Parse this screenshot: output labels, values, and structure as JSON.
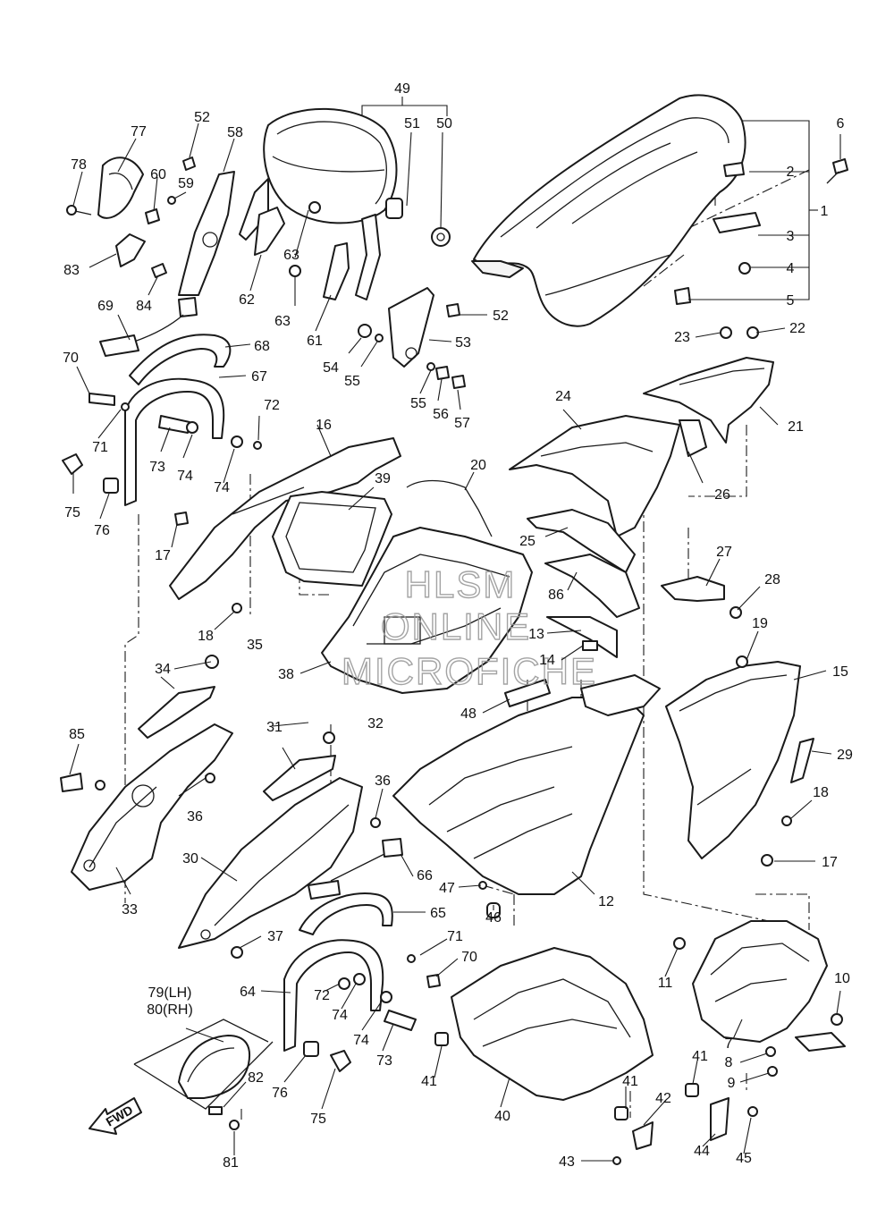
{
  "watermark": {
    "lines": [
      "HLSM",
      "ONLINE",
      "MICROFICHE"
    ]
  },
  "direction_badge": "FWD",
  "callouts": [
    {
      "id": "c1",
      "text": "1"
    },
    {
      "id": "c2",
      "text": "2"
    },
    {
      "id": "c3",
      "text": "3"
    },
    {
      "id": "c4",
      "text": "4"
    },
    {
      "id": "c5",
      "text": "5"
    },
    {
      "id": "c6",
      "text": "6"
    },
    {
      "id": "c7",
      "text": "7"
    },
    {
      "id": "c8",
      "text": "8"
    },
    {
      "id": "c9",
      "text": "9"
    },
    {
      "id": "c10",
      "text": "10"
    },
    {
      "id": "c11",
      "text": "11"
    },
    {
      "id": "c12",
      "text": "12"
    },
    {
      "id": "c13",
      "text": "13"
    },
    {
      "id": "c14",
      "text": "14"
    },
    {
      "id": "c15",
      "text": "15"
    },
    {
      "id": "c16",
      "text": "16"
    },
    {
      "id": "c17a",
      "text": "17"
    },
    {
      "id": "c17b",
      "text": "17"
    },
    {
      "id": "c18a",
      "text": "18"
    },
    {
      "id": "c18b",
      "text": "18"
    },
    {
      "id": "c19",
      "text": "19"
    },
    {
      "id": "c20",
      "text": "20"
    },
    {
      "id": "c21",
      "text": "21"
    },
    {
      "id": "c22",
      "text": "22"
    },
    {
      "id": "c23",
      "text": "23"
    },
    {
      "id": "c24",
      "text": "24"
    },
    {
      "id": "c25",
      "text": "25"
    },
    {
      "id": "c26",
      "text": "26"
    },
    {
      "id": "c27",
      "text": "27"
    },
    {
      "id": "c28",
      "text": "28"
    },
    {
      "id": "c29",
      "text": "29"
    },
    {
      "id": "c30",
      "text": "30"
    },
    {
      "id": "c31",
      "text": "31"
    },
    {
      "id": "c32",
      "text": "32"
    },
    {
      "id": "c33",
      "text": "33"
    },
    {
      "id": "c34",
      "text": "34"
    },
    {
      "id": "c35",
      "text": "35"
    },
    {
      "id": "c36a",
      "text": "36"
    },
    {
      "id": "c36b",
      "text": "36"
    },
    {
      "id": "c37",
      "text": "37"
    },
    {
      "id": "c38",
      "text": "38"
    },
    {
      "id": "c39",
      "text": "39"
    },
    {
      "id": "c40",
      "text": "40"
    },
    {
      "id": "c41a",
      "text": "41"
    },
    {
      "id": "c41b",
      "text": "41"
    },
    {
      "id": "c41c",
      "text": "41"
    },
    {
      "id": "c42",
      "text": "42"
    },
    {
      "id": "c43",
      "text": "43"
    },
    {
      "id": "c44",
      "text": "44"
    },
    {
      "id": "c45",
      "text": "45"
    },
    {
      "id": "c46",
      "text": "46"
    },
    {
      "id": "c47",
      "text": "47"
    },
    {
      "id": "c48",
      "text": "48"
    },
    {
      "id": "c49",
      "text": "49"
    },
    {
      "id": "c50",
      "text": "50"
    },
    {
      "id": "c51",
      "text": "51"
    },
    {
      "id": "c52a",
      "text": "52"
    },
    {
      "id": "c52b",
      "text": "52"
    },
    {
      "id": "c53",
      "text": "53"
    },
    {
      "id": "c54",
      "text": "54"
    },
    {
      "id": "c55a",
      "text": "55"
    },
    {
      "id": "c55b",
      "text": "55"
    },
    {
      "id": "c56",
      "text": "56"
    },
    {
      "id": "c57",
      "text": "57"
    },
    {
      "id": "c58",
      "text": "58"
    },
    {
      "id": "c59",
      "text": "59"
    },
    {
      "id": "c60",
      "text": "60"
    },
    {
      "id": "c61",
      "text": "61"
    },
    {
      "id": "c62",
      "text": "62"
    },
    {
      "id": "c63a",
      "text": "63"
    },
    {
      "id": "c63b",
      "text": "63"
    },
    {
      "id": "c64",
      "text": "64"
    },
    {
      "id": "c65",
      "text": "65"
    },
    {
      "id": "c66",
      "text": "66"
    },
    {
      "id": "c67",
      "text": "67"
    },
    {
      "id": "c68",
      "text": "68"
    },
    {
      "id": "c69",
      "text": "69"
    },
    {
      "id": "c70a",
      "text": "70"
    },
    {
      "id": "c70b",
      "text": "70"
    },
    {
      "id": "c71a",
      "text": "71"
    },
    {
      "id": "c71b",
      "text": "71"
    },
    {
      "id": "c72a",
      "text": "72"
    },
    {
      "id": "c72b",
      "text": "72"
    },
    {
      "id": "c73a",
      "text": "73"
    },
    {
      "id": "c73b",
      "text": "73"
    },
    {
      "id": "c74a",
      "text": "74"
    },
    {
      "id": "c74b",
      "text": "74"
    },
    {
      "id": "c74c",
      "text": "74"
    },
    {
      "id": "c74d",
      "text": "74"
    },
    {
      "id": "c75a",
      "text": "75"
    },
    {
      "id": "c75b",
      "text": "75"
    },
    {
      "id": "c76a",
      "text": "76"
    },
    {
      "id": "c76b",
      "text": "76"
    },
    {
      "id": "c77",
      "text": "77"
    },
    {
      "id": "c78",
      "text": "78"
    },
    {
      "id": "c79",
      "text": "79(LH)"
    },
    {
      "id": "c80",
      "text": "80(RH)"
    },
    {
      "id": "c81",
      "text": "81"
    },
    {
      "id": "c82",
      "text": "82"
    },
    {
      "id": "c83",
      "text": "83"
    },
    {
      "id": "c84",
      "text": "84"
    },
    {
      "id": "c85",
      "text": "85"
    },
    {
      "id": "c86",
      "text": "86"
    }
  ]
}
